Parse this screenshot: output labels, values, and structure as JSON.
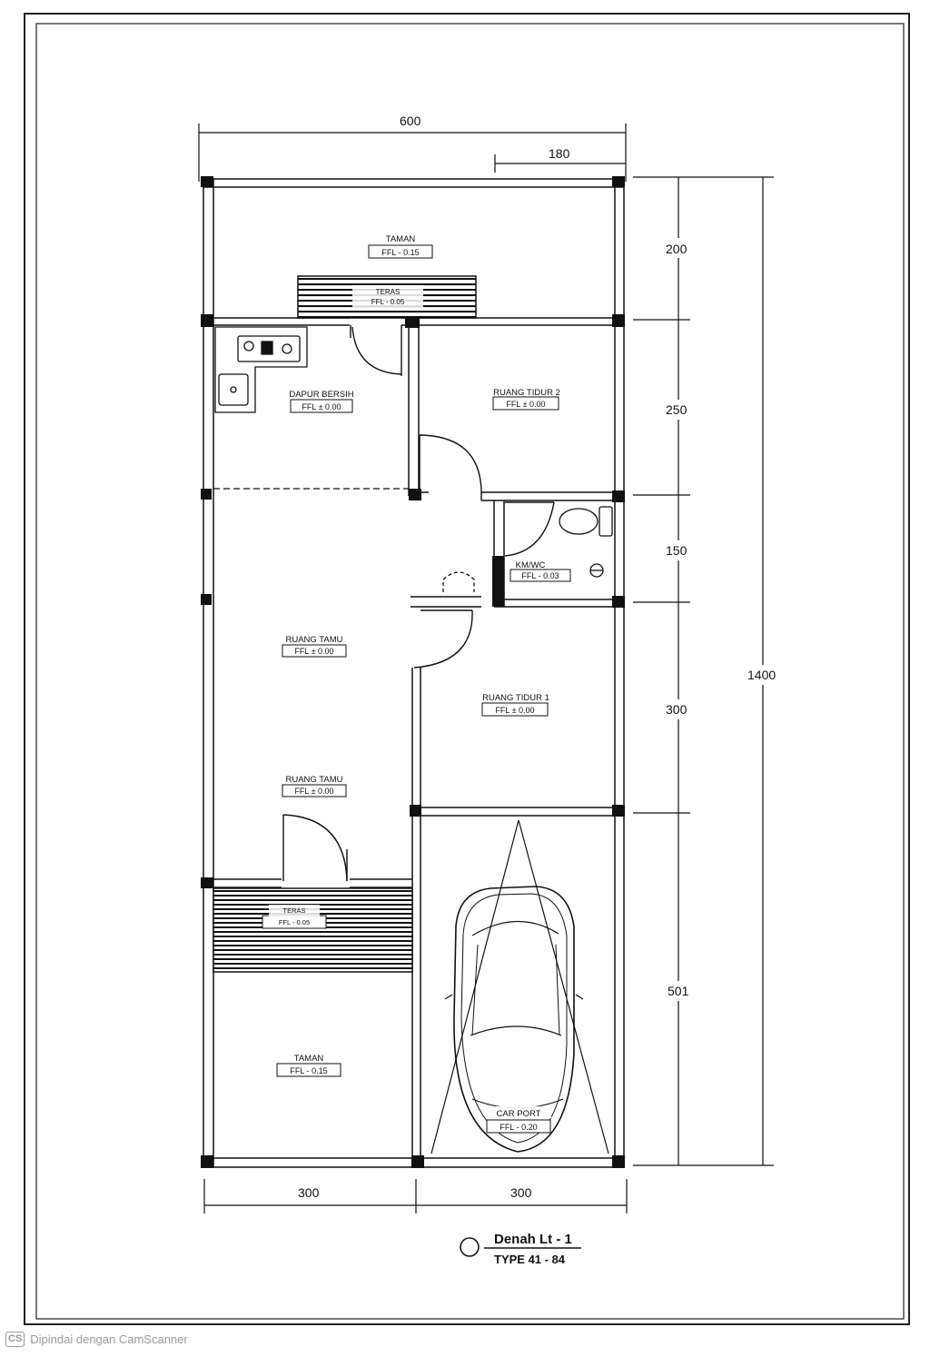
{
  "plan": {
    "title": "Denah Lt - 1",
    "subtitle": "TYPE 41 - 84"
  },
  "dimensions": {
    "top_total": "600",
    "top_partial": "180",
    "right": [
      "200",
      "250",
      "150",
      "300",
      "501"
    ],
    "overall": "1400",
    "bottom_left": "300",
    "bottom_right": "300"
  },
  "rooms": {
    "taman_top": {
      "name": "TAMAN",
      "ffl": "FFL - 0.15"
    },
    "teras": {
      "name": "TERAS",
      "ffl": "FFL - 0.05"
    },
    "dapur": {
      "name": "DAPUR BERSIH",
      "ffl": "FFL ± 0.00"
    },
    "tidur2": {
      "name": "RUANG TIDUR 2",
      "ffl": "FFL ± 0.00"
    },
    "kmwc": {
      "name": "KM/WC",
      "ffl": "FFL - 0.03"
    },
    "tamu1": {
      "name": "RUANG TAMU",
      "ffl": "FFL ± 0.00"
    },
    "tidur1": {
      "name": "RUANG TIDUR 1",
      "ffl": "FFL ± 0.00"
    },
    "tamu2": {
      "name": "RUANG TAMU",
      "ffl": "FFL ± 0.00"
    },
    "teras_front": {
      "name": "TERAS",
      "ffl": "FFL - 0.05"
    },
    "taman_bottom": {
      "name": "TAMAN",
      "ffl": "FFL - 0.15"
    },
    "carport": {
      "name": "CAR PORT",
      "ffl": "FFL - 0.20"
    }
  },
  "footer": {
    "logo": "CS",
    "text": "Dipindai dengan CamScanner"
  }
}
